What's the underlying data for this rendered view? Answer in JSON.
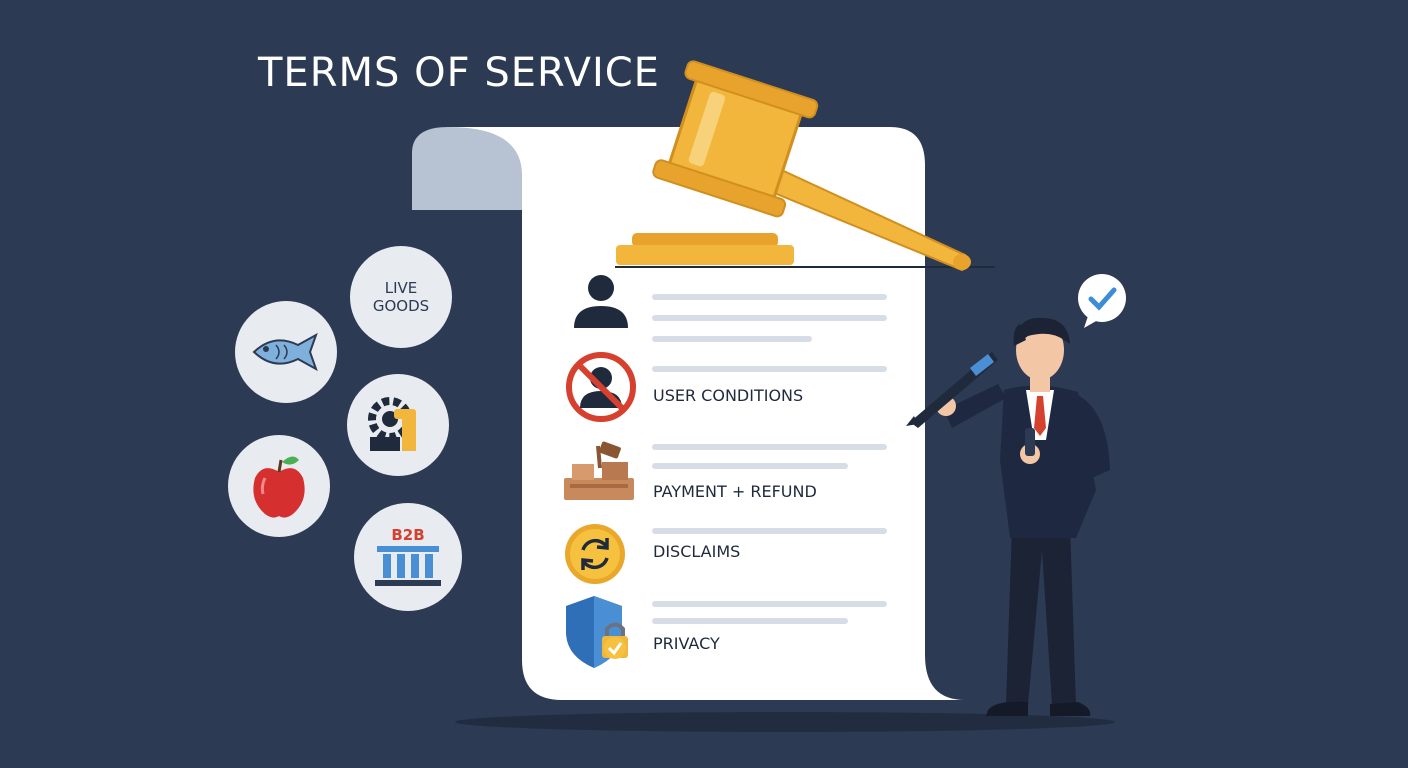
{
  "header": {
    "title": "TERMS OF SERVICE"
  },
  "categories": {
    "live_goods": {
      "line1": "LIVE",
      "line2": "GOODS"
    },
    "b2b": "B2B",
    "icons": [
      "fish-icon",
      "apple-icon",
      "gear-icon",
      "bank-icon"
    ]
  },
  "document": {
    "sections": [
      {
        "icon": "user-icon",
        "label": ""
      },
      {
        "icon": "no-user-icon",
        "label": "USER CONDITIONS"
      },
      {
        "icon": "auction-icon",
        "label": "PAYMENT + REFUND"
      },
      {
        "icon": "refresh-coin-icon",
        "label": "DISCLAIMS"
      },
      {
        "icon": "shield-lock-icon",
        "label": "PRIVACY"
      }
    ]
  },
  "colors": {
    "background": "#2c3a54",
    "paper": "#ffffff",
    "gavel": "#f2b63c",
    "prohibit": "#d6402f",
    "check": "#3b8ed6"
  }
}
